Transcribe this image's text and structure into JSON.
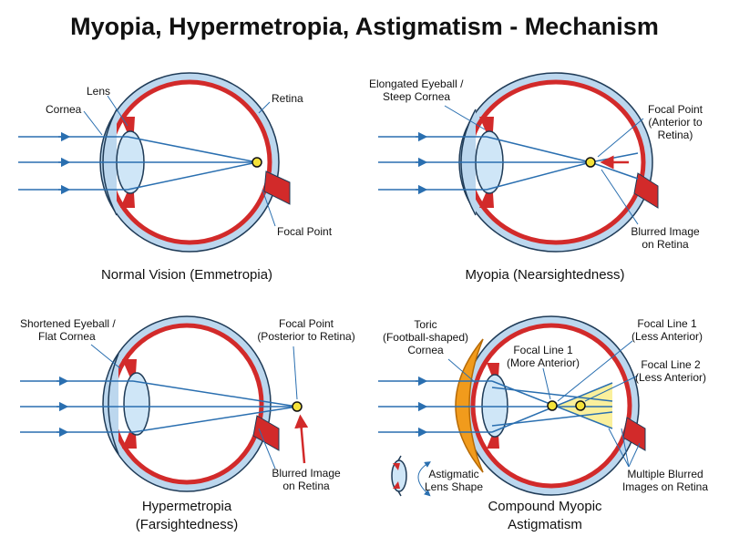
{
  "title": "Myopia, Hypermetropia, Astigmatism - Mechanism",
  "colors": {
    "ray": "#2a6fb0",
    "sclera": "#d22a2a",
    "outer": "#bcd7ee",
    "lens": "#cfe6f7",
    "focal": "#f5e23a",
    "toric": "#f19b1c",
    "text": "#111111"
  },
  "panels": {
    "normal": {
      "caption": "Normal Vision (Emmetropia)",
      "labels": {
        "lens": "Lens",
        "cornea": "Cornea",
        "retina": "Retina",
        "focal": "Focal Point"
      }
    },
    "myopia": {
      "caption": "Myopia (Nearsightedness)",
      "labels": {
        "elongated_1": "Elongated Eyeball /",
        "elongated_2": "Steep Cornea",
        "focal_1": "Focal Point",
        "focal_2": "(Anterior to",
        "focal_3": "Retina)",
        "blurred_1": "Blurred Image",
        "blurred_2": "on Retina"
      }
    },
    "hyper": {
      "caption_1": "Hypermetropia",
      "caption_2": "(Farsightedness)",
      "labels": {
        "short_1": "Shortened Eyeball /",
        "short_2": "Flat Cornea",
        "focal_1": "Focal Point",
        "focal_2": "(Posterior to Retina)",
        "blurred_1": "Blurred Image",
        "blurred_2": "on Retina"
      }
    },
    "astig": {
      "caption_1": "Compound Myopic",
      "caption_2": "Astigmatism",
      "labels": {
        "toric_1": "Toric",
        "toric_2": "(Football-shaped)",
        "toric_3": "Cornea",
        "fl1m_1": "Focal Line 1",
        "fl1m_2": "(More Anterior)",
        "fl1l_1": "Focal Line 1",
        "fl1l_2": "(Less Anterior)",
        "fl2_1": "Focal Line 2",
        "fl2_2": "(Less Anterior)",
        "lens_shape_1": "Astigmatic",
        "lens_shape_2": "Lens Shape",
        "multi_1": "Multiple Blurred",
        "multi_2": "Images on Retina"
      }
    }
  }
}
